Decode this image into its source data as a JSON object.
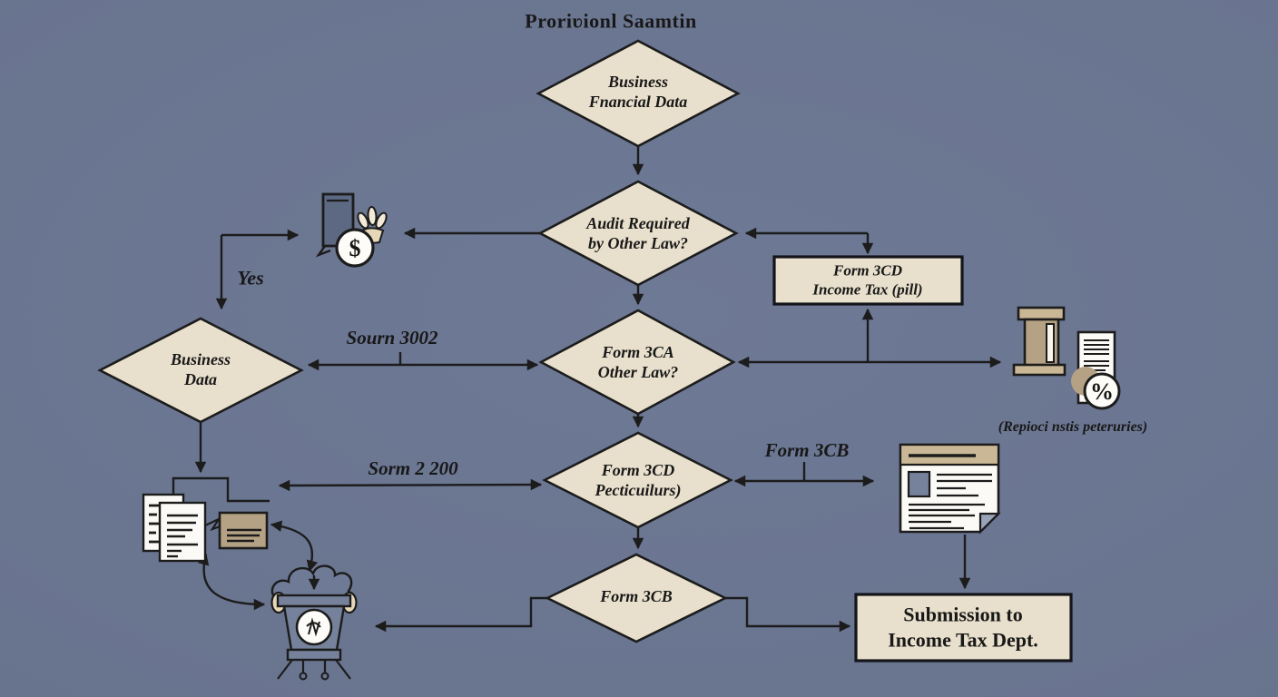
{
  "title": "Proriʋionl Saamtin",
  "nodes": {
    "business_financial": {
      "l1": "Business",
      "l2": "Fnancial Data"
    },
    "audit_required": {
      "l1": "Audit Required",
      "l2": "by Other Law?"
    },
    "form_3ca": {
      "l1": "Form 3CA",
      "l2": "Other Law?"
    },
    "form_3cd_income": {
      "l1": "Form 3CD",
      "l2": "Income Tax (pill)"
    },
    "business_data": {
      "l1": "Business",
      "l2": "Data"
    },
    "form_3cd_particulars": {
      "l1": "Form 3CD",
      "l2": "Pecticuilurs)"
    },
    "form_3cb": {
      "l1": "Form 3CB"
    },
    "submission": {
      "l1": "Submission to",
      "l2": "Income Tax Dept."
    }
  },
  "edge_labels": {
    "yes": "Yes",
    "sourn_3002": "Sourn 3002",
    "sorm_2_200": "Sorm 2 200",
    "form_3cb": "Form 3CB",
    "caption": "(Repioci nstis peteruries)"
  },
  "icon_glyphs": {
    "dollar": "$",
    "percent": "%"
  },
  "colors": {
    "background": "#6a7590",
    "node_fill": "#e8e0cc",
    "stroke": "#1c1c1c",
    "tan": "#b5a284",
    "tan_light": "#c9b795",
    "slate_dark": "#5d6983",
    "slate_mid": "#76829c",
    "paper": "#fbfaf6",
    "cream": "#e6d7b8"
  }
}
